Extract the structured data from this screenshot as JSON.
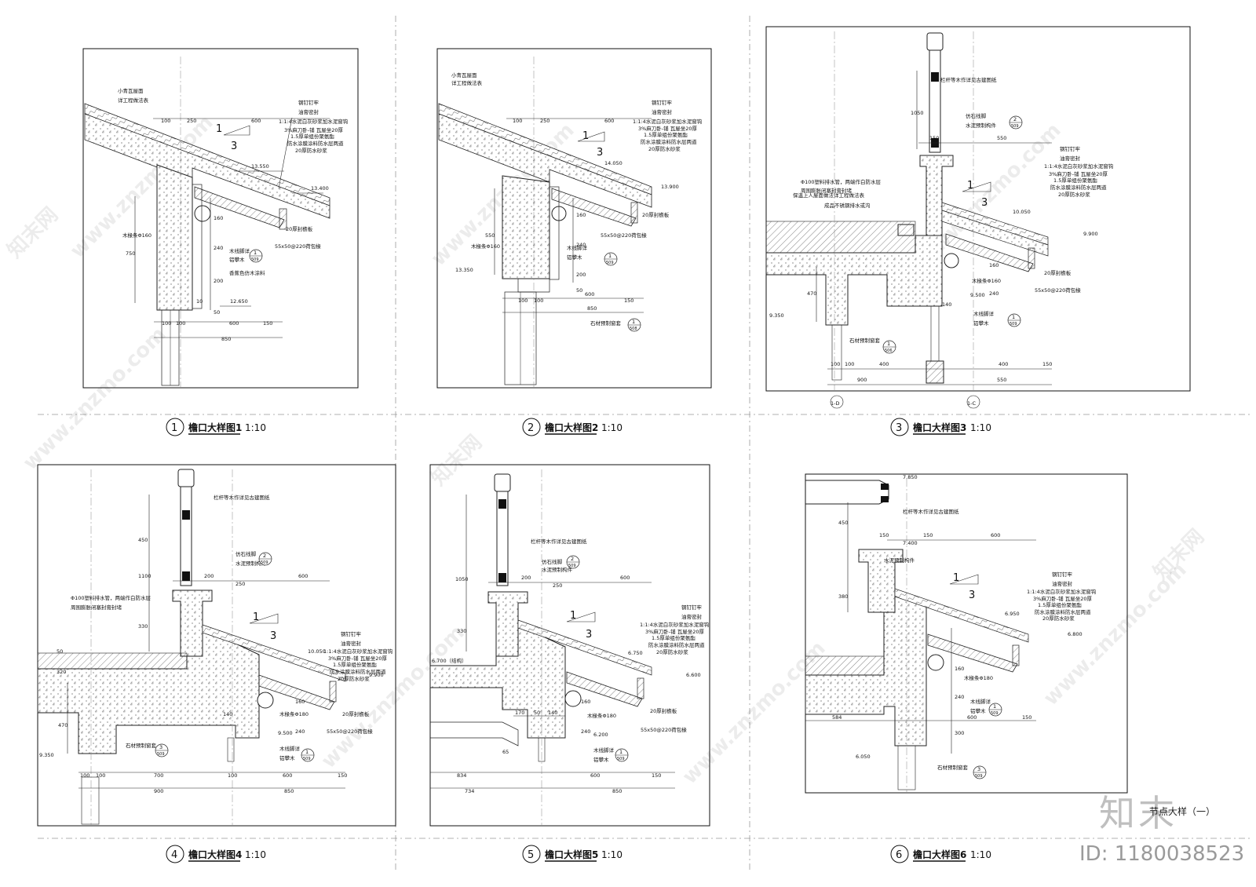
{
  "sheet": {
    "id_text": "ID: 1180038523",
    "brand_glyph": "知末",
    "caption": "节点大样（一）",
    "watermarks": [
      "www.znzmo.com",
      "知末网"
    ]
  },
  "details": [
    {
      "number": "1",
      "title": "檐口大样图1",
      "scale": "1:10",
      "slope": {
        "rise": "1",
        "run": "3"
      },
      "levels": [
        "13.550",
        "13.400",
        "12.650"
      ],
      "dims_top": [
        "100",
        "250",
        "600"
      ],
      "dims_bottom": [
        "100",
        "100",
        "600",
        "150",
        "850"
      ],
      "dims_side": [
        "750",
        "160",
        "240",
        "200",
        "50",
        "10"
      ],
      "notes_left": [
        "小青瓦屋面",
        "详工程做法表",
        "木椽条Φ160",
        "木线脚详",
        "铝攀木",
        "香蕉色仿木涂料"
      ],
      "notes_right": [
        "钢钉钉牢",
        "油膏密封",
        "1:1:4水泥白灰砂浆加水泥窗钩",
        "3%麻刀卧-铺 瓦屋坐20厚",
        "1.5厚单组份聚氨酯",
        "防水涂膜涂料防水层两道",
        "20厚防水砂浆",
        "20厚封檐板",
        "55x50@220荷包椽"
      ],
      "refs": [
        {
          "top": "1",
          "bottom": "509"
        }
      ]
    },
    {
      "number": "2",
      "title": "檐口大样图2",
      "scale": "1:10",
      "slope": {
        "rise": "1",
        "run": "3"
      },
      "levels": [
        "14.050",
        "13.900",
        "13.350"
      ],
      "dims_top": [
        "100",
        "250",
        "600"
      ],
      "dims_bottom": [
        "100",
        "100",
        "600",
        "850",
        "150"
      ],
      "dims_side": [
        "550",
        "160",
        "240",
        "200",
        "50"
      ],
      "notes_left": [
        "小青瓦屋面",
        "详工程做法表",
        "木椽条Φ160"
      ],
      "notes_right": [
        "钢钉钉牢",
        "油膏密封",
        "1:1:4水泥白灰砂浆加水泥窗钩",
        "3%麻刀卧-铺 瓦屋坐20厚",
        "1.5厚单组份聚氨酯",
        "防水涂膜涂料防水层两道",
        "20厚防水砂浆",
        "20厚封檐板",
        "55x50@220荷包椽",
        "木线脚详",
        "铝攀木",
        "石材预制窗套"
      ],
      "refs": [
        {
          "top": "1",
          "bottom": "509"
        },
        {
          "top": "1",
          "bottom": "508"
        }
      ]
    },
    {
      "number": "3",
      "title": "檐口大样图3",
      "scale": "1:10",
      "slope": {
        "rise": "1",
        "run": "3"
      },
      "levels": [
        "10.050",
        "9.900",
        "9.500",
        "9.350"
      ],
      "dims_top": [
        "150",
        "550",
        "1050"
      ],
      "dims_bottom": [
        "100",
        "100",
        "400",
        "900",
        "400",
        "550",
        "150"
      ],
      "dims_side": [
        "470",
        "160",
        "240",
        "140"
      ],
      "axes": [
        "1-D",
        "1-C"
      ],
      "notes_left": [
        "Φ100塑料排水管，两端作白防水层",
        "周围膨胀闭塞封膏封堵",
        "保温上人屋面做法详工程做法表",
        "成品不锈钢排水或沟",
        "栏杆等木作详见古建图纸",
        "仿石线脚",
        "水泥预制构件"
      ],
      "notes_right": [
        "钢钉钉牢",
        "油膏密封",
        "1:1:4水泥白灰砂浆加水泥窗钩",
        "3%麻刀卧-铺 瓦屋坐20厚",
        "1.5厚单组份聚氨酯",
        "防水涂膜涂料防水层两道",
        "20厚防水砂浆",
        "20厚封檐板",
        "55x50@220荷包椽",
        "木椽条Φ160",
        "木线脚详",
        "铝攀木",
        "石材预制窗套"
      ],
      "refs": [
        {
          "top": "2",
          "bottom": "509"
        },
        {
          "top": "1",
          "bottom": "509"
        },
        {
          "top": "1",
          "bottom": "506"
        }
      ]
    },
    {
      "number": "4",
      "title": "檐口大样图4",
      "scale": "1:10",
      "slope": {
        "rise": "1",
        "run": "3"
      },
      "levels": [
        "10.050",
        "9.900",
        "9.500",
        "9.350"
      ],
      "dims_top": [
        "200",
        "250",
        "600",
        "1100",
        "450",
        "330"
      ],
      "dims_bottom": [
        "100",
        "100",
        "700",
        "100",
        "600",
        "150",
        "900",
        "850"
      ],
      "dims_side": [
        "50",
        "320",
        "470",
        "140",
        "160",
        "240"
      ],
      "notes_left": [
        "Φ100塑料排水管，两端作白防水层",
        "周围膨胀闭塞封膏封堵",
        "栏杆等木作详见古建图纸",
        "仿石线脚",
        "水泥预制构件",
        "石材预制窗套"
      ],
      "notes_right": [
        "钢钉钉牢",
        "油膏密封",
        "1:1:4水泥白灰砂浆加水泥窗钩",
        "3%麻刀卧-铺 瓦屋坐20厚",
        "1.5厚单组份聚氨酯",
        "防水涂膜涂料防水层两道",
        "20厚防水砂浆",
        "20厚封檐板",
        "55x50@220荷包椽",
        "木椽条Φ180",
        "木线脚详",
        "铝攀木"
      ],
      "refs": [
        {
          "top": "2",
          "bottom": "509"
        },
        {
          "top": "3",
          "bottom": "509"
        },
        {
          "top": "1",
          "bottom": "509"
        }
      ]
    },
    {
      "number": "5",
      "title": "檐口大样图5",
      "scale": "1:10",
      "slope": {
        "rise": "1",
        "run": "3"
      },
      "levels": [
        "6.750",
        "6.600",
        "6.700（结构）",
        "6.200"
      ],
      "dims_top": [
        "200",
        "250",
        "600",
        "1050",
        "330"
      ],
      "dims_bottom": [
        "170",
        "50",
        "140",
        "834",
        "734",
        "600",
        "850",
        "150"
      ],
      "dims_side": [
        "160",
        "240",
        "65"
      ],
      "notes_left": [
        "栏杆等木作详见古建图纸",
        "仿石线脚",
        "水泥预制构件"
      ],
      "notes_right": [
        "钢钉钉牢",
        "油膏密封",
        "1:1:4水泥白灰砂浆加水泥窗钩",
        "3%麻刀卧-铺 瓦屋坐20厚",
        "1.5厚单组份聚氨酯",
        "防水涂膜涂料防水层两道",
        "20厚防水砂浆",
        "20厚封檐板",
        "55x50@220荷包椽",
        "木椽条Φ180",
        "木线脚详",
        "铝攀木"
      ],
      "refs": [
        {
          "top": "2",
          "bottom": "509"
        },
        {
          "top": "1",
          "bottom": "509"
        }
      ]
    },
    {
      "number": "6",
      "title": "檐口大样图6",
      "scale": "1:10",
      "slope": {
        "rise": "1",
        "run": "3"
      },
      "levels": [
        "7.850",
        "7.400",
        "6.950",
        "6.800",
        "6.050"
      ],
      "dims_top": [
        "150",
        "150",
        "600",
        "450",
        "380"
      ],
      "dims_bottom": [
        "584",
        "600",
        "150"
      ],
      "dims_side": [
        "160",
        "240",
        "300"
      ],
      "notes_left": [
        "栏杆等木作详见古建图纸",
        "水泥预制构件"
      ],
      "notes_right": [
        "钢钉钉牢",
        "油膏密封",
        "1:1:4水泥白灰砂浆加水泥窗钩",
        "3%麻刀卧-铺 瓦屋坐20厚",
        "1.5厚单组份聚氨酯",
        "防水涂膜涂料防水层两道",
        "20厚防水砂浆",
        "木椽条Φ180",
        "木线脚详",
        "铝攀木",
        "石材预制窗套"
      ],
      "refs": [
        {
          "top": "1",
          "bottom": "509"
        },
        {
          "top": "3",
          "bottom": "509"
        }
      ]
    }
  ]
}
